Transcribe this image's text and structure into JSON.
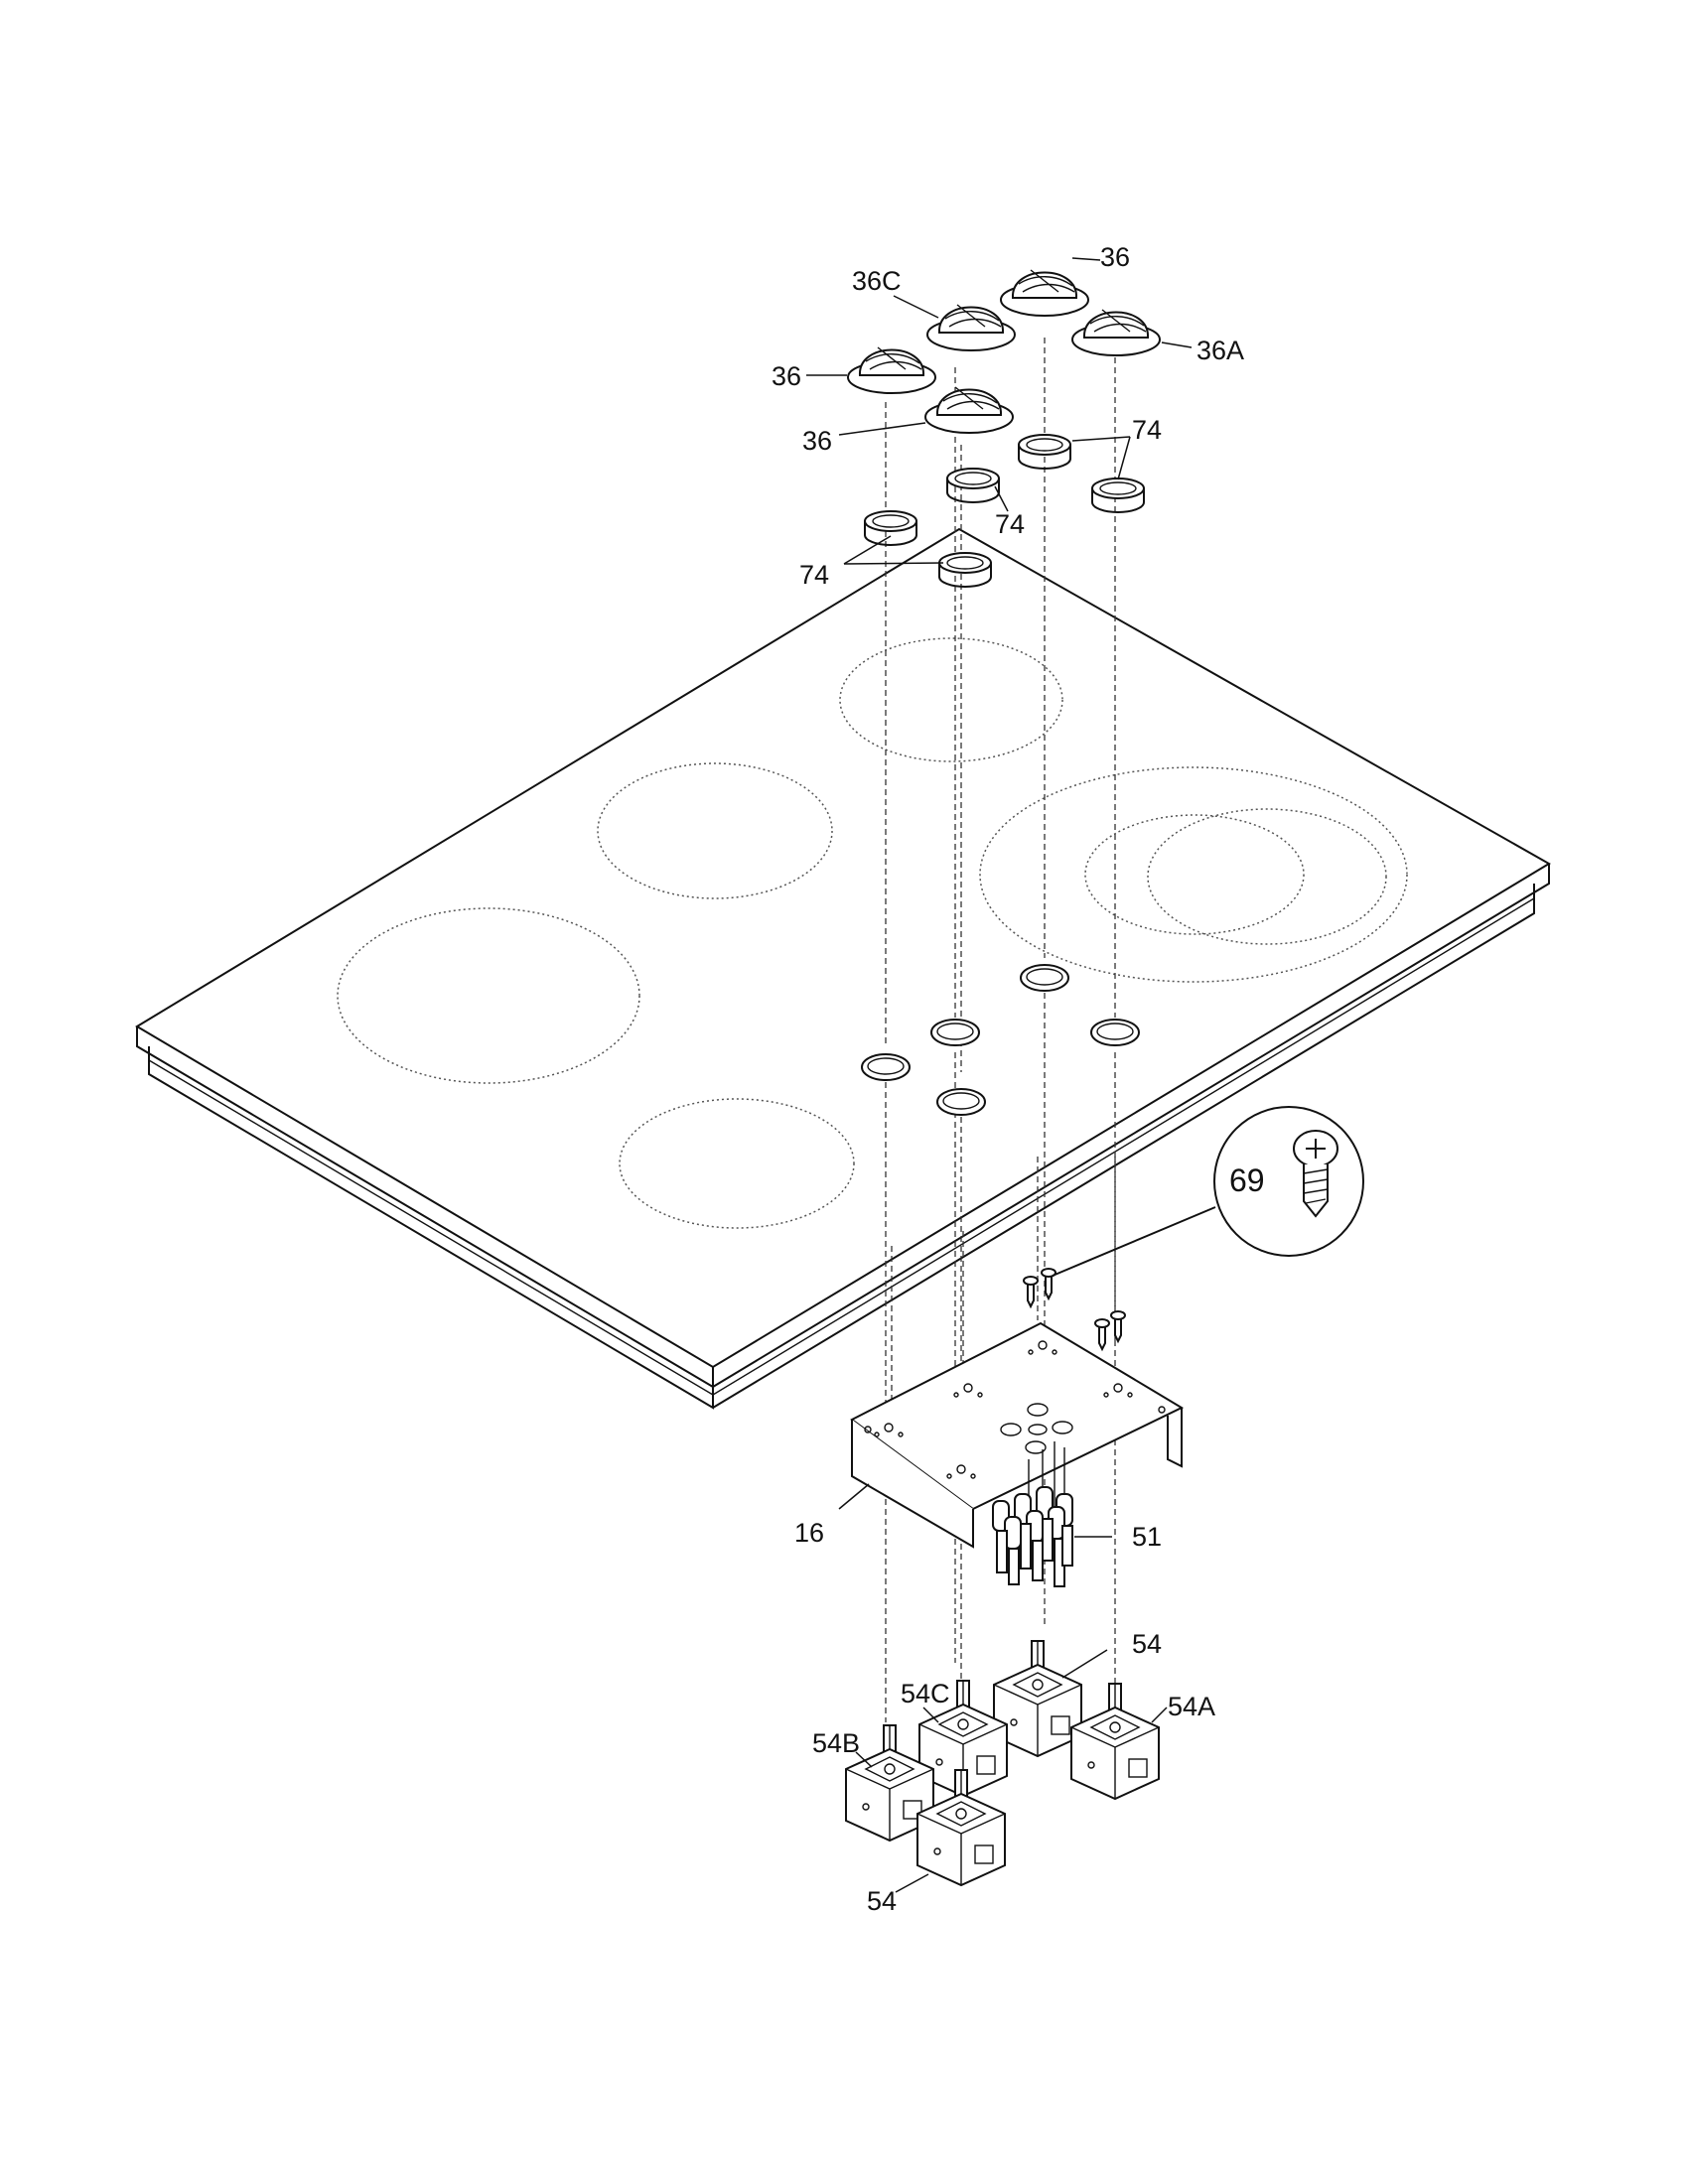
{
  "callouts": {
    "knob_36_top": "36",
    "knob_36c": "36C",
    "knob_36_left": "36",
    "knob_36a": "36A",
    "knob_36_front": "36",
    "bezel_74_right": "74",
    "bezel_74_mid": "74",
    "bezel_74_left": "74",
    "screw_69": "69",
    "bracket_16": "16",
    "wires_51": "51",
    "switch_54_right": "54",
    "switch_54c": "54C",
    "switch_54a": "54A",
    "switch_54b": "54B",
    "switch_54_front": "54"
  }
}
